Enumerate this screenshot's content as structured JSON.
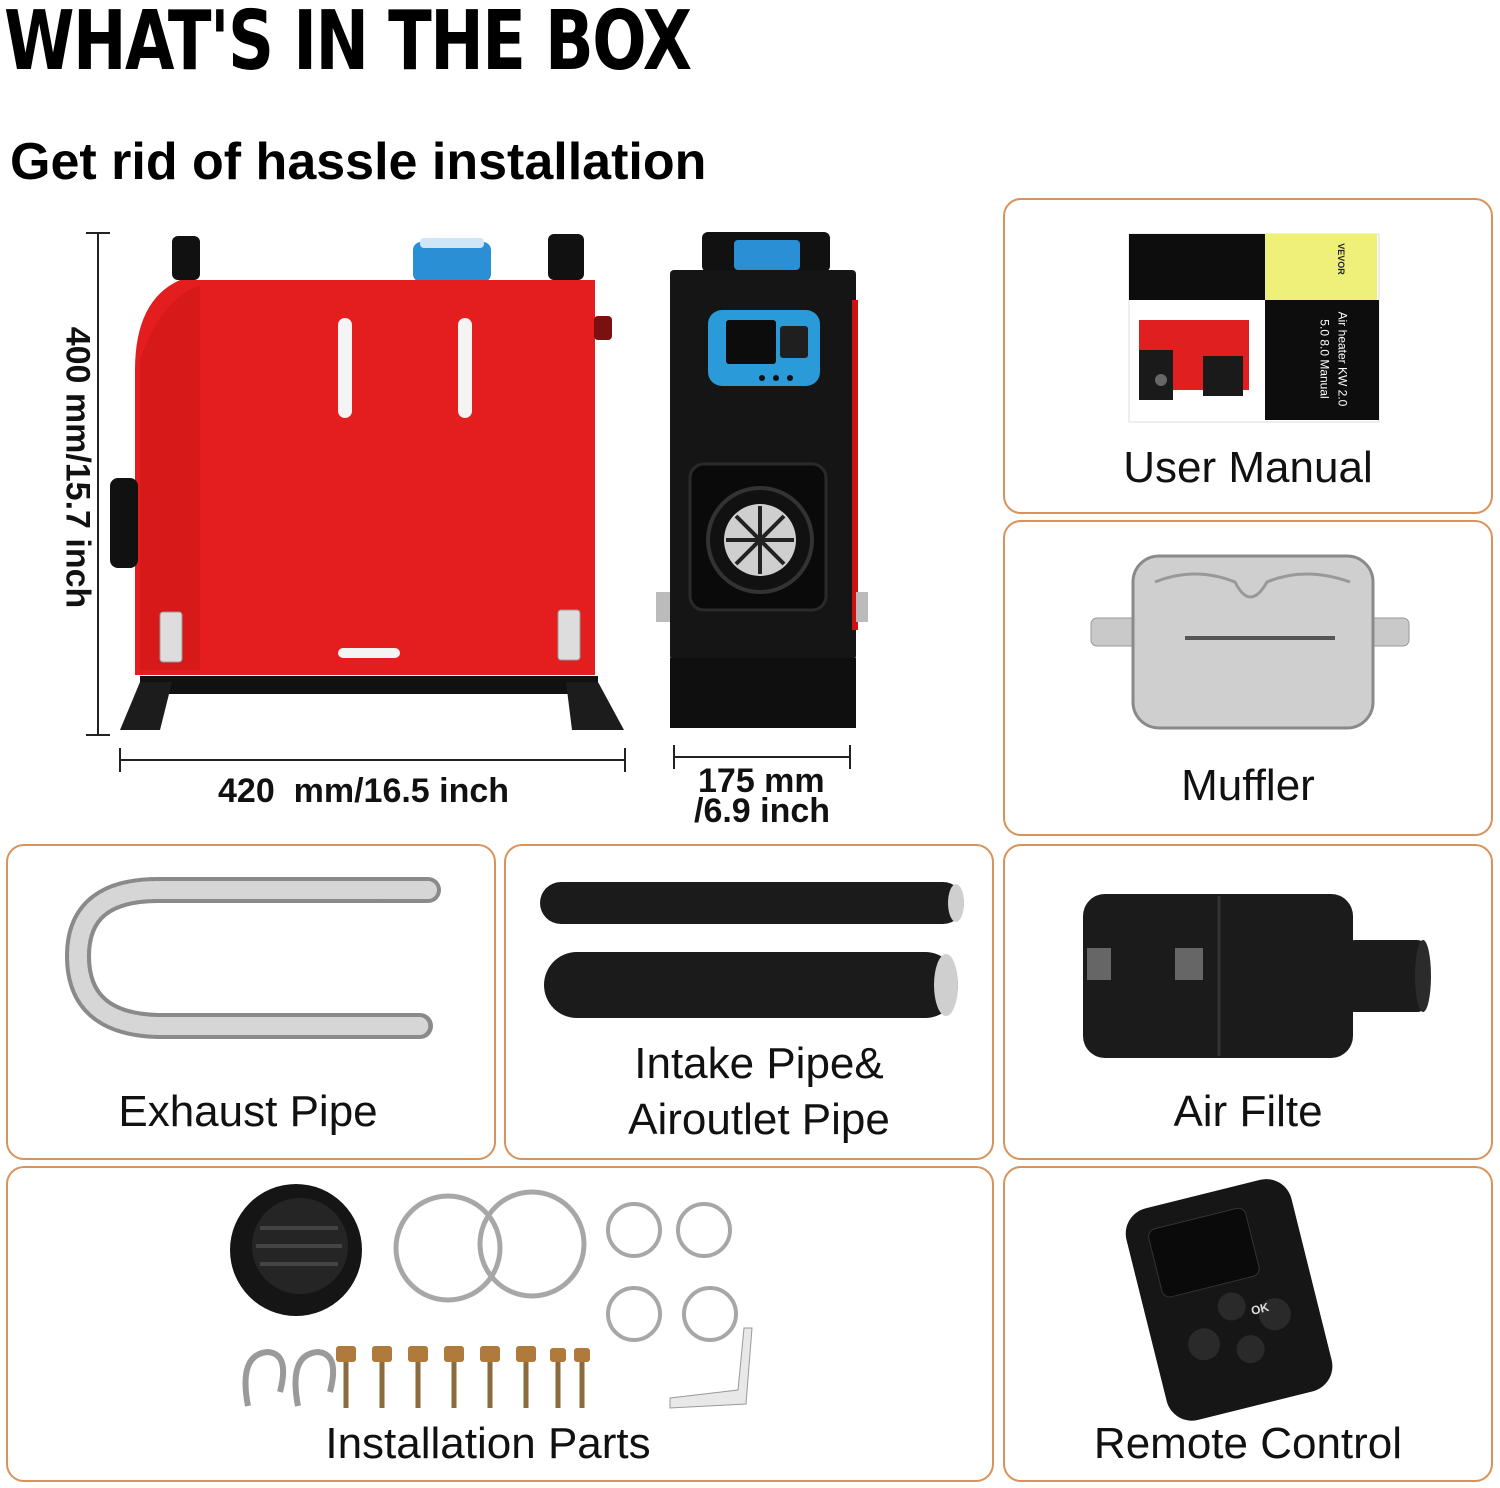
{
  "title": "WHAT'S IN THE BOX",
  "subtitle": "Get rid of hassle installation",
  "dimensions": {
    "height": "400 mm/15.7 inch",
    "width": "420  mm/16.5 inch",
    "depth_line1": "175 mm",
    "depth_line2": "/6.9 inch"
  },
  "manual_cover": {
    "brand": "VEVOR",
    "line1": "Air heater KW 2.0",
    "line2": "5.0 8.0  Manual"
  },
  "remote_buttons": {
    "ok": "OK"
  },
  "items": [
    {
      "label": "User Manual"
    },
    {
      "label": "Muffler"
    },
    {
      "label": "Exhaust Pipe"
    },
    {
      "label": "Intake Pipe&",
      "label2": "Airoutlet Pipe"
    },
    {
      "label": "Air Filte"
    },
    {
      "label": "Installation Parts"
    },
    {
      "label": "Remote Control"
    }
  ],
  "colors": {
    "accent_border": "#d9925a",
    "heater_red": "#e41e1e",
    "cap_blue": "#2b8fd6"
  }
}
